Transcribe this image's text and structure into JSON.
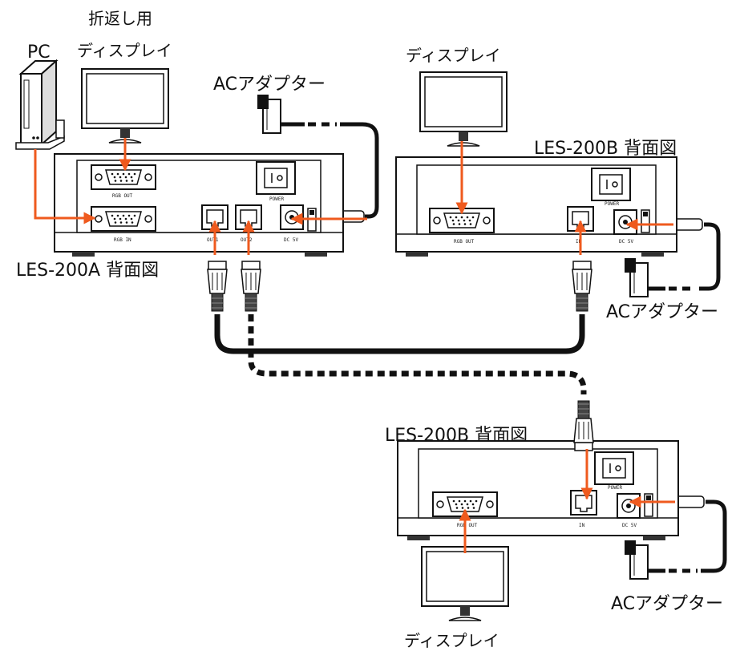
{
  "labels": {
    "return_display_l1": "折返し用",
    "return_display_l2": "ディスプレイ",
    "pc": "PC",
    "ac_adapter_top": "ACアダプター",
    "display_b1": "ディスプレイ",
    "les200b_top": "LES-200B  背面図",
    "les200a": "LES-200A  背面図",
    "ac_adapter_right": "ACアダプター",
    "les200b_bottom": "LES-200B  背面図",
    "ac_adapter_bottom": "ACアダプター",
    "display_b2": "ディスプレイ"
  },
  "panel_a": {
    "rgb_out": "RGB OUT",
    "rgb_in": "RGB IN",
    "out1": "OUT1",
    "out2": "OUT2",
    "power": "POWER",
    "dc": "DC 5V",
    "switch_mark": "I"
  },
  "panel_b": {
    "rgb_out": "RGB OUT",
    "in": "IN",
    "power": "POWER",
    "dc": "DC 5V",
    "switch_mark": "I"
  },
  "colors": {
    "signal": "#ef5a1e",
    "line": "#111111"
  }
}
